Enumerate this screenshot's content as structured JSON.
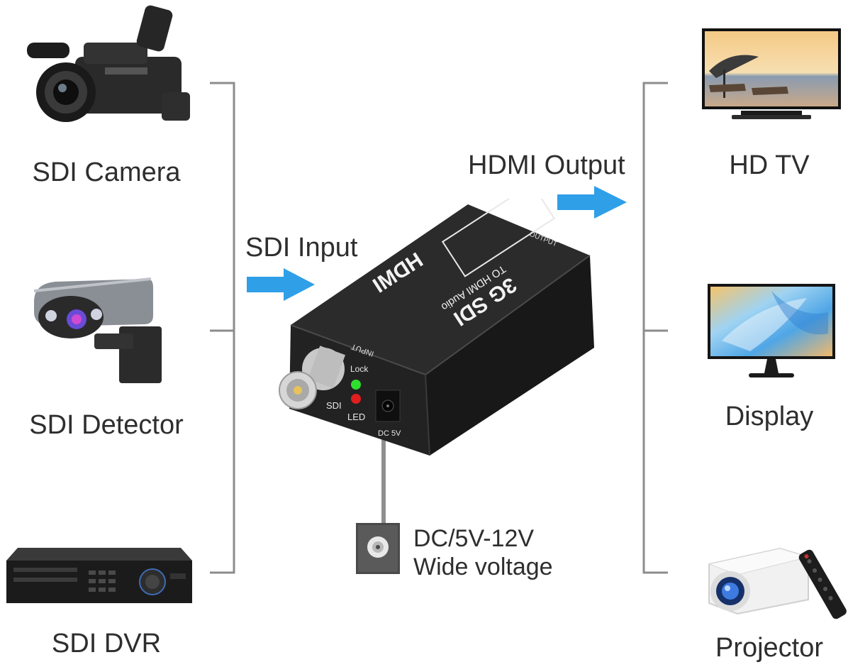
{
  "inputs": {
    "camera": "SDI Camera",
    "detector": "SDI Detector",
    "dvr": "SDI DVR"
  },
  "outputs": {
    "tv": "HD TV",
    "display": "Display",
    "projector": "Projector"
  },
  "flow": {
    "input_label": "SDI Input",
    "output_label": "HDMI Output"
  },
  "converter": {
    "brand": "HDMI",
    "model_main": "3G SDI",
    "model_sub": "TO HDMI Audio",
    "output_port": "OUTPUT",
    "input_port": "INPUT",
    "lock_label": "Lock",
    "sdi_label": "SDI",
    "led_label": "LED",
    "dc_label": "DC 5V"
  },
  "power": {
    "line1": "DC/5V-12V",
    "line2": "Wide voltage"
  },
  "colors": {
    "arrow": "#2f9fe8",
    "bracket": "#8c8c8c",
    "device_body": "#1f1f1f",
    "led_green": "#2ee02e",
    "led_red": "#e01e1e"
  }
}
